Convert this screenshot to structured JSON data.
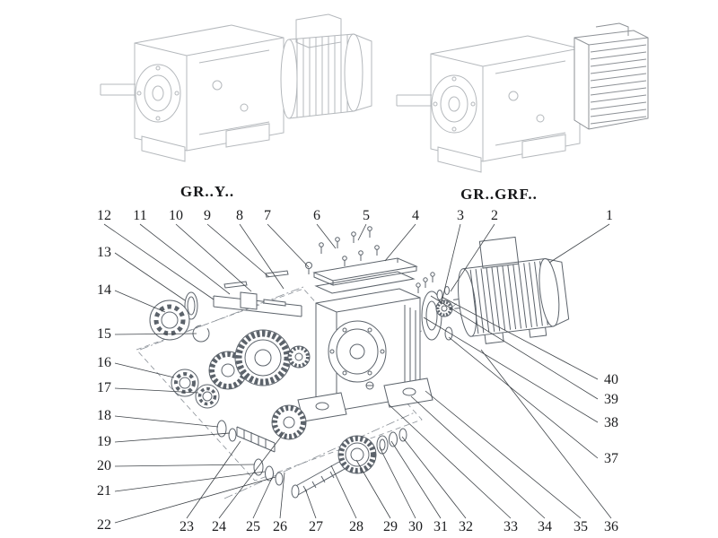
{
  "models": {
    "left": "GR..Y..",
    "right": "GR..GRF.."
  },
  "callouts": {
    "top": [
      "12",
      "11",
      "10",
      "9",
      "8",
      "7",
      "6",
      "5",
      "4",
      "3",
      "2",
      "1"
    ],
    "left": [
      "13",
      "14",
      "15",
      "16",
      "17",
      "18",
      "19",
      "20",
      "21",
      "22"
    ],
    "bottom": [
      "23",
      "24",
      "25",
      "26",
      "27",
      "28",
      "29",
      "30",
      "31",
      "32",
      "33",
      "34",
      "35",
      "36"
    ],
    "right": [
      "40",
      "39",
      "38",
      "37"
    ]
  },
  "colors": {
    "illustration_line": "#b4b8bc",
    "part_line": "#5c636b",
    "leader_line": "#3f4449",
    "axis_line": "#8a9097",
    "text": "#1b1c1e"
  }
}
